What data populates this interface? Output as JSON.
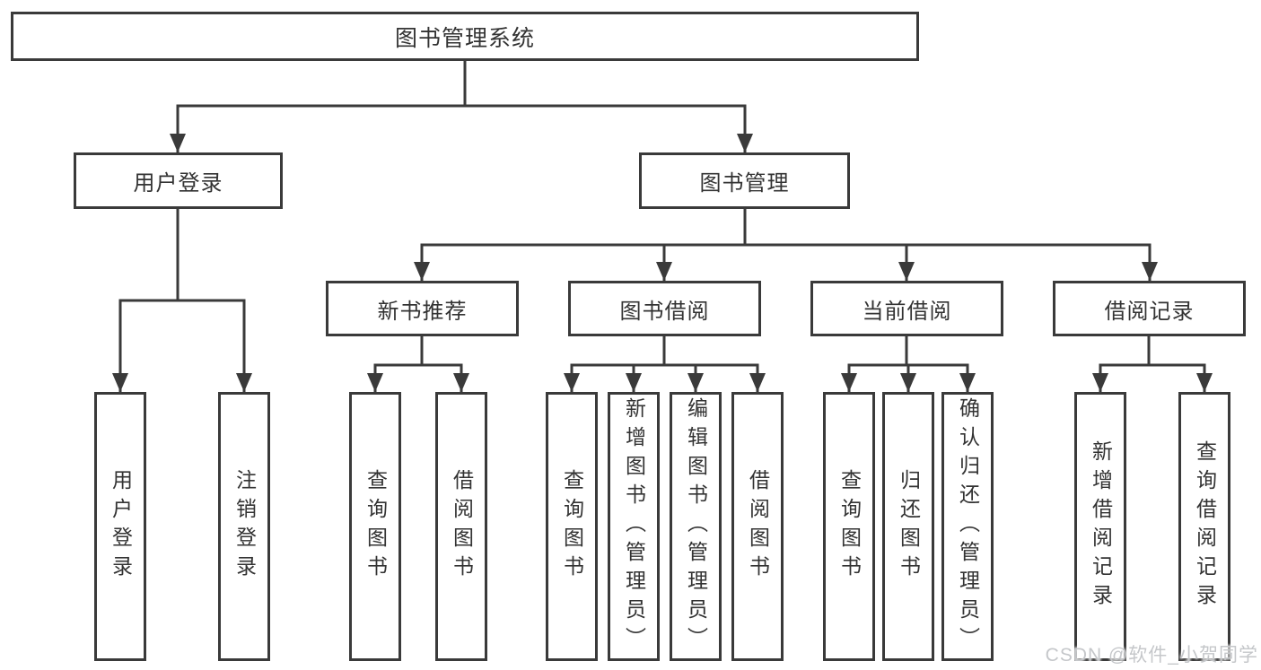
{
  "tree": {
    "label": "图书管理系统",
    "children": [
      {
        "label": "用户登录",
        "children": [
          {
            "label": "用户登录"
          },
          {
            "label": "注销登录"
          }
        ]
      },
      {
        "label": "图书管理",
        "children": [
          {
            "label": "新书推荐",
            "children": [
              {
                "label": "查询图书"
              },
              {
                "label": "借阅图书"
              }
            ]
          },
          {
            "label": "图书借阅",
            "children": [
              {
                "label": "查询图书"
              },
              {
                "label": "新增图书（管理员）"
              },
              {
                "label": "编辑图书（管理员）"
              },
              {
                "label": "借阅图书"
              }
            ]
          },
          {
            "label": "当前借阅",
            "children": [
              {
                "label": "查询图书"
              },
              {
                "label": "归还图书"
              },
              {
                "label": "确认归还（管理员）"
              }
            ]
          },
          {
            "label": "借阅记录",
            "children": [
              {
                "label": "新增借阅记录"
              },
              {
                "label": "查询借阅记录"
              }
            ]
          }
        ]
      }
    ]
  },
  "watermark": {
    "text": "CSDN @软件_小贺同学"
  },
  "colors": {
    "line": "#3a3a3a",
    "box_border": "#3a3a3a",
    "text": "#333333",
    "watermark_text": "#c5c7ca",
    "background": "#ffffff"
  }
}
